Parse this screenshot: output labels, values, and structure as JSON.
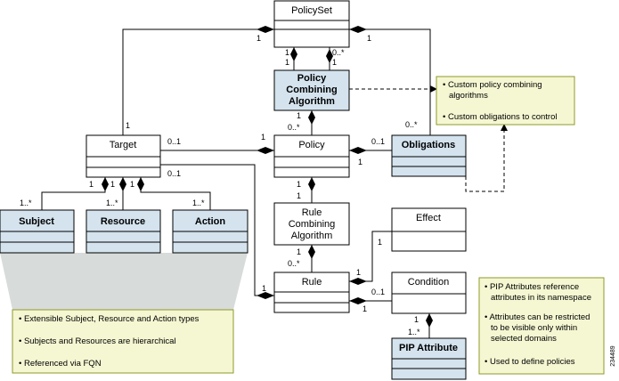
{
  "classes": {
    "policy_set": "PolicySet",
    "policy_combining_algorithm": [
      "Policy",
      "Combining",
      "Algorithm"
    ],
    "target": "Target",
    "policy": "Policy",
    "obligations": "Obligations",
    "subject": "Subject",
    "resource": "Resource",
    "action": "Action",
    "rule_combining_algorithm": [
      "Rule",
      "Combining",
      "Algorithm"
    ],
    "effect": "Effect",
    "rule": "Rule",
    "condition": "Condition",
    "pip_attribute": "PIP Attribute"
  },
  "multiplicities": {
    "policyset_target": "1",
    "target_policyset": "1",
    "policyset_pca_1a": "1",
    "policyset_pca_1b": "1",
    "policyset_self": "0..*",
    "policyset_self_1": "1",
    "policyset_obligations": "1",
    "pca_policy_1": "1",
    "pca_policy_many": "0..*",
    "target_policy_01": "0..1",
    "policy_target_1": "1",
    "obligations_policy_01": "0..1",
    "obligations_policy_1": "1",
    "obligations_many": "0..*",
    "target_rule_01": "0..1",
    "target_subject_1": "1",
    "target_resource_1": "1",
    "target_action_1": "1",
    "subject_many": "1..*",
    "resource_many": "1..*",
    "action_many": "1..*",
    "policy_rca_1a": "1",
    "policy_rca_1b": "1",
    "rca_rule_1": "1",
    "rca_rule_many": "0..*",
    "rule_target_1": "1",
    "effect_1": "1",
    "rule_effect_1": "1",
    "condition_01": "0..1",
    "rule_condition_1": "1",
    "condition_pip_1": "1",
    "pip_many": "1..*"
  },
  "notes": {
    "policy_note": [
      "• Custom policy combining",
      "algorithms",
      "• Custom obligations to control"
    ],
    "target_note": [
      "• Extensible Subject, Resource and Action types",
      "• Subjects and Resources are hierarchical",
      "• Referenced via FQN"
    ],
    "pip_note": [
      "• PIP Attributes reference",
      "attributes in its namespace",
      "• Attributes can be restricted",
      "to be visible only within",
      "selected domains",
      "• Used to define policies"
    ]
  },
  "figure_id": "234489",
  "colors": {
    "highlight_class": "#d4e3ee",
    "note_fill": "#f5f7d2",
    "note_border": "#8f9a2a",
    "gray_band": "#d7dbd9",
    "line": "#000000"
  }
}
